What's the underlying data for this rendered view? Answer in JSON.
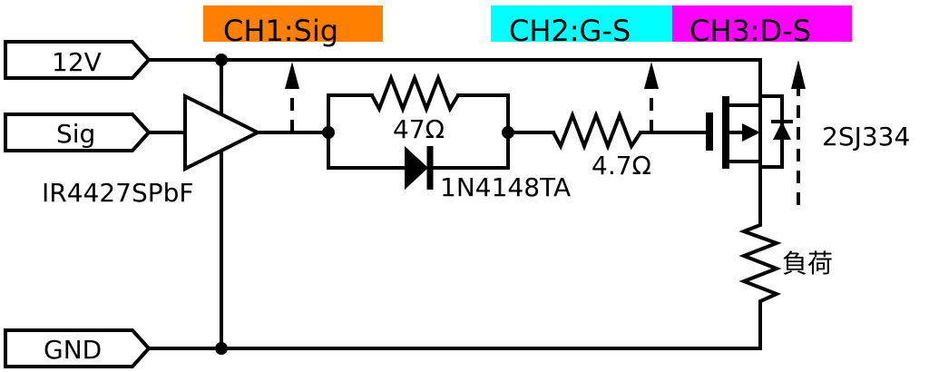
{
  "channels": [
    {
      "label": "CH1:Sig",
      "color": "#ff8000"
    },
    {
      "label": "CH2:G-S",
      "color": "#00ffff"
    },
    {
      "label": "CH3:D-S",
      "color": "#ff00ff"
    }
  ],
  "ports": {
    "vcc": "12V",
    "sig": "Sig",
    "gnd": "GND"
  },
  "components": {
    "driver": "IR4427SPbF",
    "r_gate_parallel": "47Ω",
    "diode": "1N4148TA",
    "r_gate_series": "4.7Ω",
    "mosfet": "2SJ334",
    "load": "負荷"
  }
}
